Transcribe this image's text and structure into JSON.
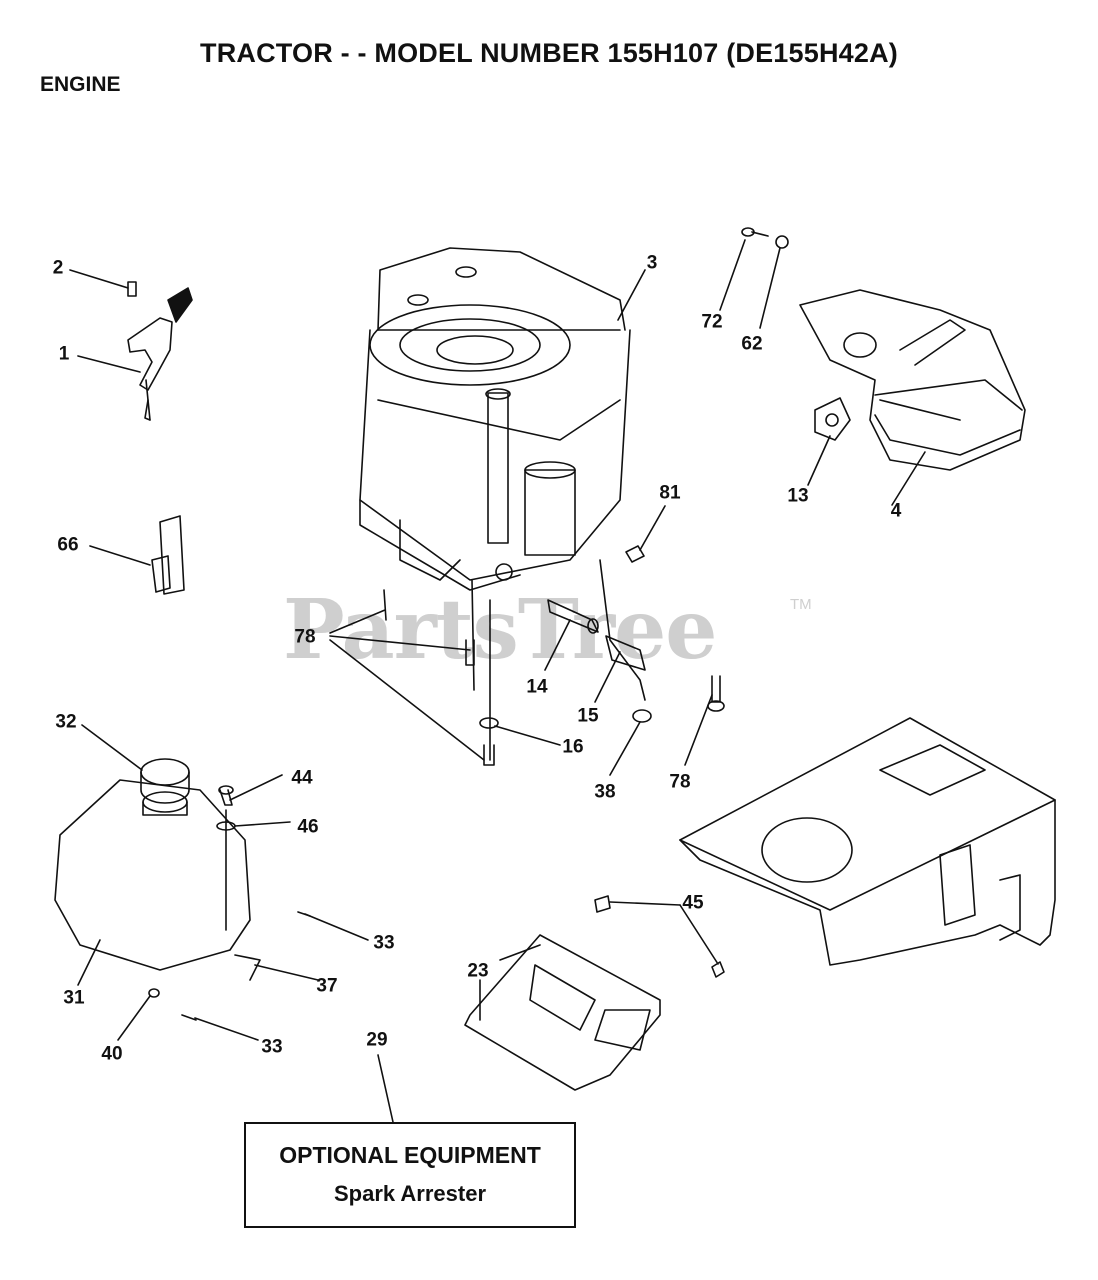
{
  "title": "TRACTOR - - MODEL NUMBER 155H107 (DE155H42A)",
  "section": "ENGINE",
  "watermark": "PartsTree",
  "watermark_tm": "TM",
  "optional_box": {
    "heading": "OPTIONAL EQUIPMENT",
    "item": "Spark Arrester"
  },
  "callouts": {
    "c1": "1",
    "c2": "2",
    "c3": "3",
    "c4": "4",
    "c13": "13",
    "c14": "14",
    "c15": "15",
    "c16": "16",
    "c23": "23",
    "c29": "29",
    "c31": "31",
    "c32": "32",
    "c33a": "33",
    "c33b": "33",
    "c37": "37",
    "c38": "38",
    "c40": "40",
    "c44": "44",
    "c45": "45",
    "c46": "46",
    "c62": "62",
    "c66": "66",
    "c72": "72",
    "c78a": "78",
    "c78b": "78",
    "c81": "81"
  }
}
